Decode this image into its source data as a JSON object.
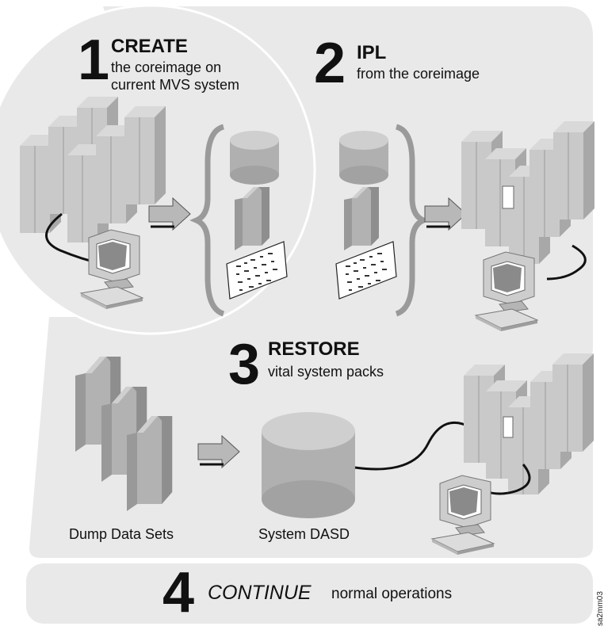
{
  "steps": {
    "create": {
      "number": "1",
      "title": "CREATE",
      "line1": "the coreimage on",
      "line2": "current MVS system"
    },
    "ipl": {
      "number": "2",
      "title": "IPL",
      "subtitle": "from the coreimage"
    },
    "restore": {
      "number": "3",
      "title": "RESTORE",
      "subtitle": "vital system packs"
    },
    "continue": {
      "number": "4",
      "title": "CONTINUE",
      "subtitle": "normal operations"
    }
  },
  "captions": {
    "dump": "Dump Data Sets",
    "dasd": "System DASD"
  },
  "figure_id": "sa2mm03",
  "colors": {
    "panel": "#e9e9e9",
    "device_light": "#cfcfcf",
    "device_mid": "#b4b4b4",
    "device_dark": "#8f8f8f",
    "ink": "#111111"
  },
  "icons": [
    "mainframe-icon",
    "terminal-icon",
    "disk-icon",
    "tape-cartridge-icon",
    "printout-icon",
    "arrow-right-icon",
    "brace-icon"
  ]
}
